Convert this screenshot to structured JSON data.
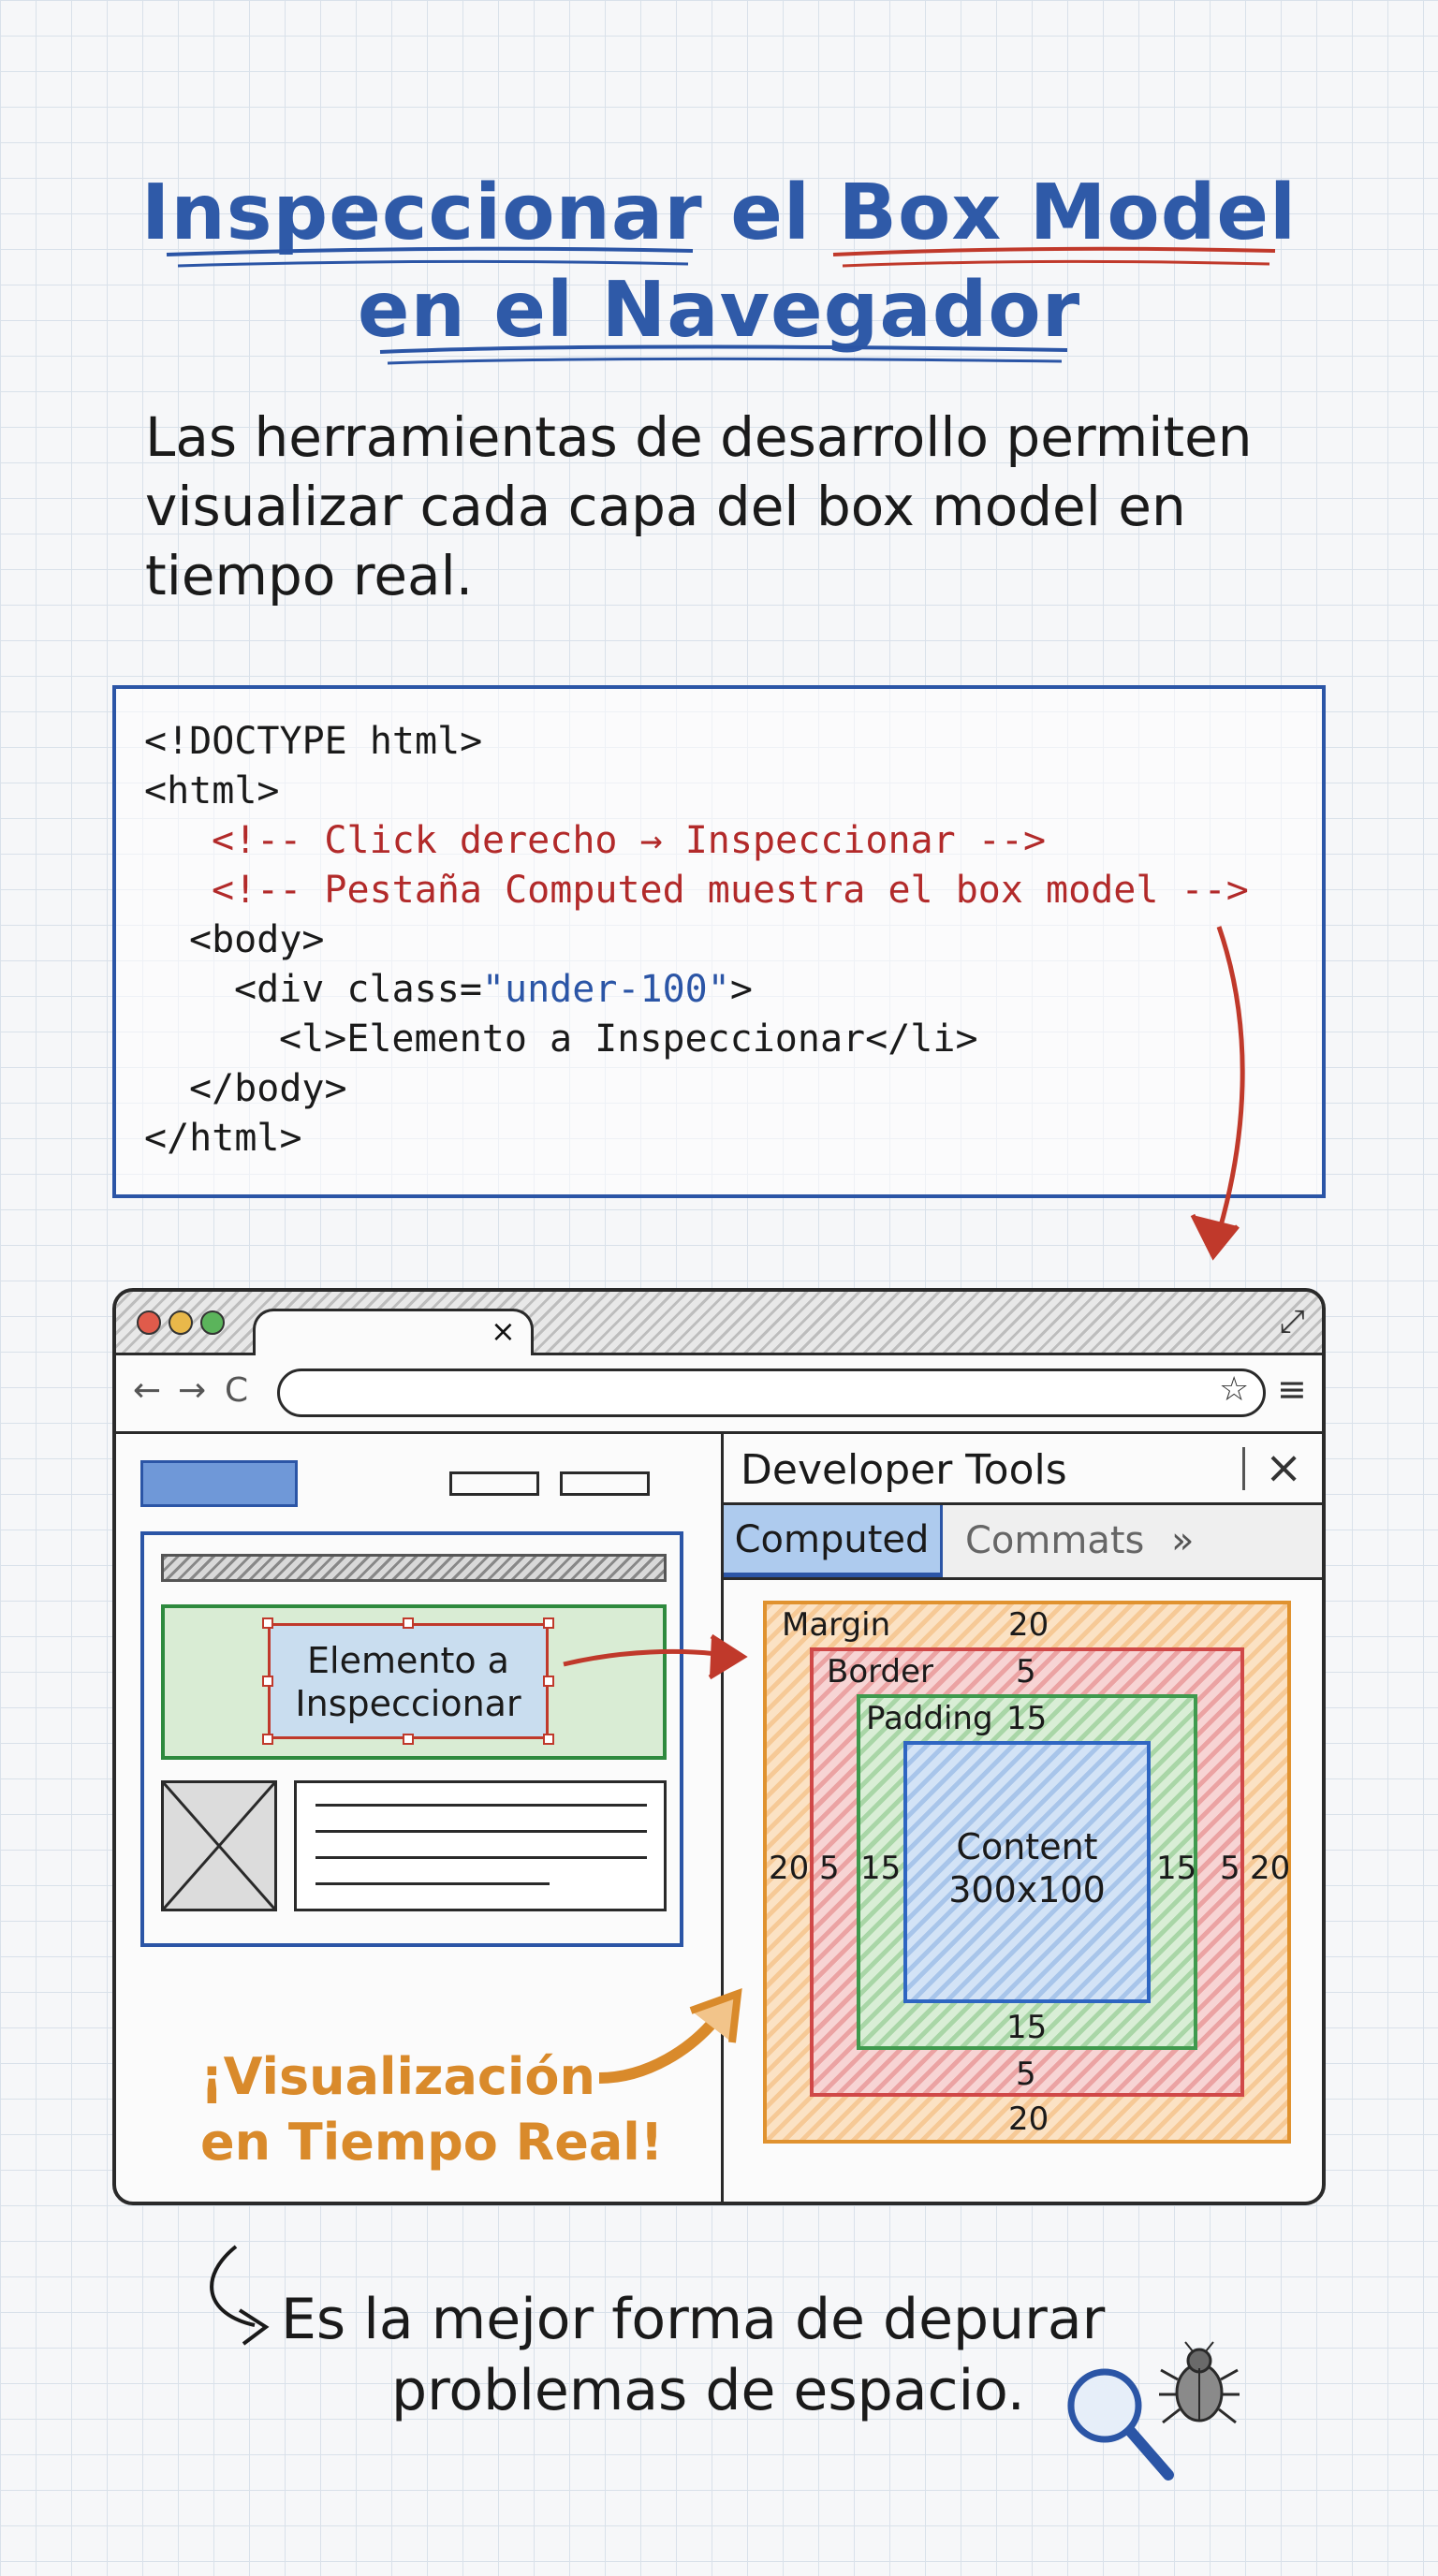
{
  "title": {
    "line1": "Inspeccionar el Box Model",
    "line2": "en el Navegador"
  },
  "subtitle": "Las herramientas de desarrollo permiten visualizar cada capa del box model en tiempo real.",
  "code": {
    "lines": [
      "<!DOCTYPE html>",
      "<html>",
      "<!-- Click derecho → Inspeccionar -->",
      "<!-- Pestaña Computed muestra el box model -->",
      "<body>",
      "<div class=",
      "\"under-100\"",
      ">",
      "<l>Elemento a Inspeccionar</li>",
      "</body>",
      "</html>"
    ]
  },
  "browser": {
    "tab_close": "×",
    "nav_back": "←",
    "nav_forward": "→",
    "nav_reload": "C",
    "star": "☆",
    "menu": "≡",
    "maximize": "⤢",
    "element_label": "Elemento a Inspeccionar",
    "realtime_line1": "¡Visualización",
    "realtime_line2": "en Tiempo Real!"
  },
  "devtools": {
    "title": "Developer Tools",
    "close": "×",
    "tab_active": "Computed",
    "tab_other": "Commats",
    "tab_more": "»"
  },
  "box_model": {
    "margin_label": "Margin",
    "margin_top": "20",
    "margin_left": "20",
    "margin_right": "20",
    "margin_bottom": "20",
    "border_label": "Border",
    "border_top": "5",
    "border_left": "5",
    "border_right": "5",
    "border_bottom": "5",
    "padding_label": "Padding",
    "padding_top": "15",
    "padding_left": "15",
    "padding_right": "15",
    "padding_bottom": "15",
    "content_label": "Content",
    "content_size": "300x100"
  },
  "footer": {
    "line1": "Es la mejor forma de depurar",
    "line2": "problemas de espacio."
  },
  "colors": {
    "blue": "#2b55a6",
    "red": "#b22a2a",
    "orange": "#d98a2b",
    "green": "#2e8a3e"
  }
}
